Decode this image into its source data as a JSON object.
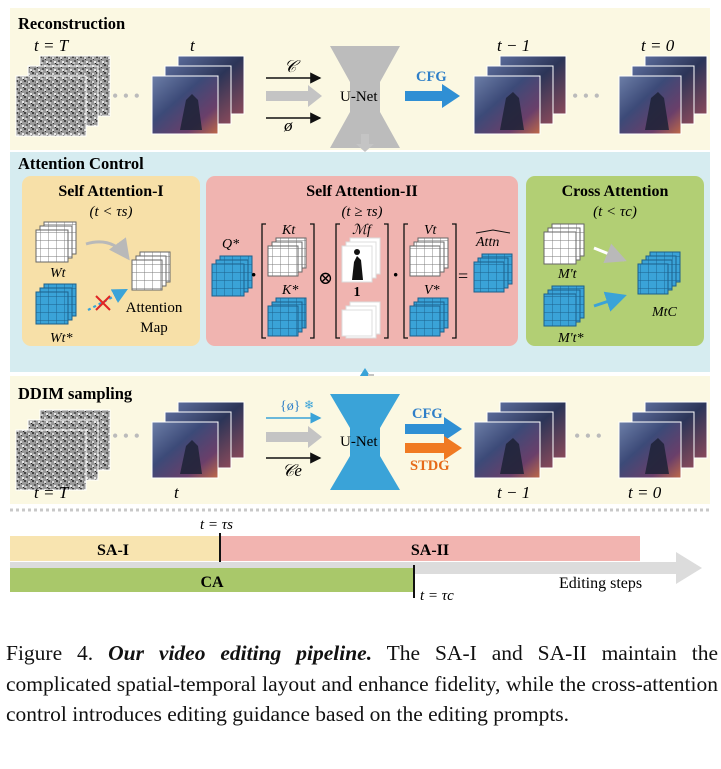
{
  "reconstruction": {
    "title": "Reconstruction",
    "frames": {
      "t0": "t = T",
      "t1": "t",
      "t2": "t − 1",
      "t3": "t = 0"
    },
    "cond_top": "𝒞",
    "cond_bottom": "ø",
    "unet": "U-Net",
    "cfg": "CFG"
  },
  "attention_control": {
    "title": "Attention Control",
    "sa1": {
      "title": "Self Attention-I",
      "cond": "(t < τs)",
      "w": "Wt",
      "w_star": "Wt*",
      "map": "Attention",
      "map2": "Map"
    },
    "sa2": {
      "title": "Self Attention-II",
      "cond": "(t ≥ τs)",
      "q": "Q*",
      "k": "Kt",
      "k_star": "K*",
      "m": "ℳf",
      "one": "1",
      "v": "Vt",
      "v_star": "V*",
      "attn": "Attn",
      "op_dot": "·",
      "op_otimes": "⊗",
      "op_eq": "="
    },
    "ca": {
      "title": "Cross Attention",
      "cond": "(t < τc)",
      "m": "M't",
      "m_star": "M't*",
      "mc": "MtC"
    }
  },
  "ddim": {
    "title": "DDIM sampling",
    "frames": {
      "t0": "t = T",
      "t1": "t",
      "t2": "t − 1",
      "t3": "t = 0"
    },
    "cond_top": "{ø}",
    "cond_bottom": "𝒞e",
    "unet": "U-Net",
    "cfg": "CFG",
    "stdg": "STDG"
  },
  "timeline": {
    "tau_s": "t = τs",
    "tau_c": "t = τc",
    "sa1": "SA-I",
    "sa2": "SA-II",
    "ca": "CA",
    "steps": "Editing steps"
  },
  "caption": {
    "lead": "Figure 4.",
    "title": "Our video editing pipeline.",
    "text": "The SA-I and SA-II maintain the complicated spatial-temporal layout and enhance fidelity, while the cross-attention control introduces editing guidance based on the editing prompts."
  },
  "colors": {
    "top_panel": "#fbf8e2",
    "attention_panel": "#d6ecf0",
    "sa1_box": "#f7e0a8",
    "sa2_box": "#f0b4b0",
    "ca_box": "#b2cf74",
    "blue": "#2f8fd4",
    "orange": "#f07a22",
    "grid_blue": "#3aa3d8",
    "timeline_sa1": "#f8e4b0",
    "timeline_sa2": "#f2b4b0",
    "timeline_ca": "#a9c86a"
  }
}
